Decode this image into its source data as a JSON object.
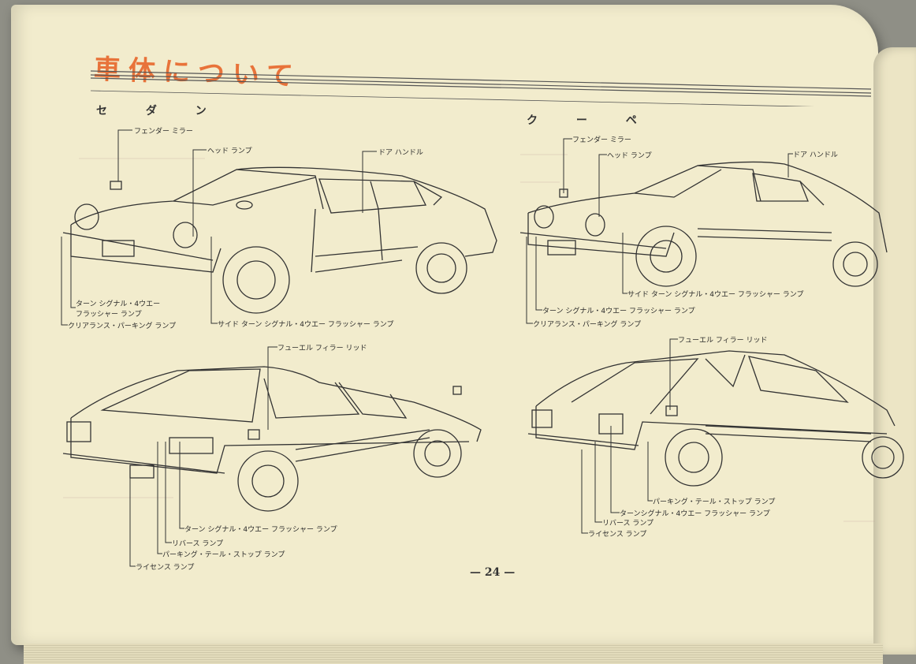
{
  "page": {
    "title": "車体について",
    "page_number": "— 24 —"
  },
  "sedan": {
    "label": "セ ダ ン",
    "front": {
      "fender_mirror": "フェンダー ミラー",
      "head_lamp": "ヘッド ランプ",
      "door_handle": "ドア ハンドル",
      "turn_signal_line1": "ターン シグナル・4ウエー",
      "turn_signal_line2": "フラッシャー ランプ",
      "clearance_parking": "クリアランス・パーキング ランプ",
      "side_turn_signal": "サイド ターン シグナル・4ウエー フラッシャー ランプ"
    },
    "rear": {
      "fuel_filler_lid": "フューエル フィラー リッド",
      "turn_signal": "ターン シグナル・4ウエー フラッシャー ランプ",
      "reverse": "リバース ランプ",
      "parking_tail_stop": "パーキング・テール・ストップ ランプ",
      "license": "ライセンス ランプ"
    }
  },
  "coupe": {
    "label": "ク ー ペ",
    "front": {
      "fender_mirror": "フェンダー ミラー",
      "head_lamp": "ヘッド ランプ",
      "door_handle": "ドア ハンドル",
      "side_turn_signal": "サイド ターン シグナル・4ウエー フラッシャー ランプ",
      "turn_signal": "ターン シグナル・4ウエー フラッシャー ランプ",
      "clearance_parking": "クリアランス・パーキング ランプ"
    },
    "rear": {
      "fuel_filler_lid": "フューエル フィラー リッド",
      "parking_tail_stop": "パーキング・テール・ストップ ランプ",
      "turn_signal": "ターンシグナル・4ウエー フラッシャー ランプ",
      "reverse": "リバース ランプ",
      "license": "ライセンス ランプ"
    }
  },
  "colors": {
    "title": "#e8733a",
    "paper": "#f2eccd",
    "ink": "#333333"
  }
}
